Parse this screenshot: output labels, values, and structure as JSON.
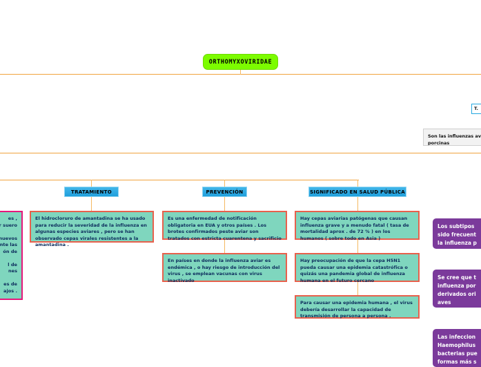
{
  "diagram": {
    "title": "ORTHOMYXOVIRIDAE",
    "root": {
      "label": "ORTHOMYXOVIRIDAE"
    },
    "categories": [
      {
        "label": "TRATAMIENTO"
      },
      {
        "label": "PREVENCIÓN"
      },
      {
        "label": "SIGNIFICADO EN SALUD PÚBLICA"
      }
    ],
    "leaves": {
      "tratamiento_1": "El hidrocloruro de amantadina se ha usado para reducir la severidad de la influenza en algunas especies aviares , pero se han observado cepas virales resistentes a la amantadina .",
      "prevencion_1": "Es una enfermedad de notificación obligatoria en EUA y otros países . Los brotes confirmados peste aviar son tratados con estricta cuarentena y sacrificio",
      "prevencion_2": "En países en donde la influenza aviar es endémica , o hay riesgo de introducción del virus , se emplean vacunas con virus inactivado",
      "salud_1": "Hay cepas aviarias patógenas que causan influenza grave y a menudo fatal ( tasa de mortalidad aprox . de 72 % ) en los humanos ( sobre todo en Asia )",
      "salud_2": "Hay preocupación de que la cepa H5N1 pueda causar una epidemia catastrófica o quizás una pandemia global de influenza humana en el futuro cercano",
      "salud_3": "Para causar una epidemia humana , el virus debería desarrollar la capacidad de transmisión de persona a persona ."
    },
    "clipped_left": {
      "line_1": "es ,",
      "line_2": "r suero",
      "line_3": "",
      "line_4": "nuevos",
      "line_5": "nte las",
      "line_6": "ón de",
      "line_7": "",
      "line_8": "l de",
      "line_9": "nes",
      "line_10": "",
      "line_11": "es de",
      "line_12": "ajos ."
    },
    "purple_boxes": [
      {
        "lines": [
          "Los subtipos",
          "sido frecuent",
          "la influenza p"
        ]
      },
      {
        "lines": [
          "Se cree que t",
          "influenza por",
          "derivados ori",
          "aves"
        ]
      },
      {
        "lines": [
          "Las infeccion",
          "Haemophilus",
          "bacterias pue",
          "formas más s"
        ]
      }
    ],
    "notes": [
      {
        "lines": [
          "Son las influenzas av",
          "porcinas"
        ]
      }
    ],
    "tooltip": {
      "label": "T."
    },
    "colors": {
      "root_fill": "#7CFC00",
      "category_fill": "#2FA8E0",
      "leaf_fill": "#7FD6BE",
      "leaf_border": "#E8604C",
      "leaf_border_alt": "#E5177B",
      "purple_fill": "#7B3A9B",
      "connector": "#F0A33C",
      "background": "#FFFFFF"
    }
  }
}
